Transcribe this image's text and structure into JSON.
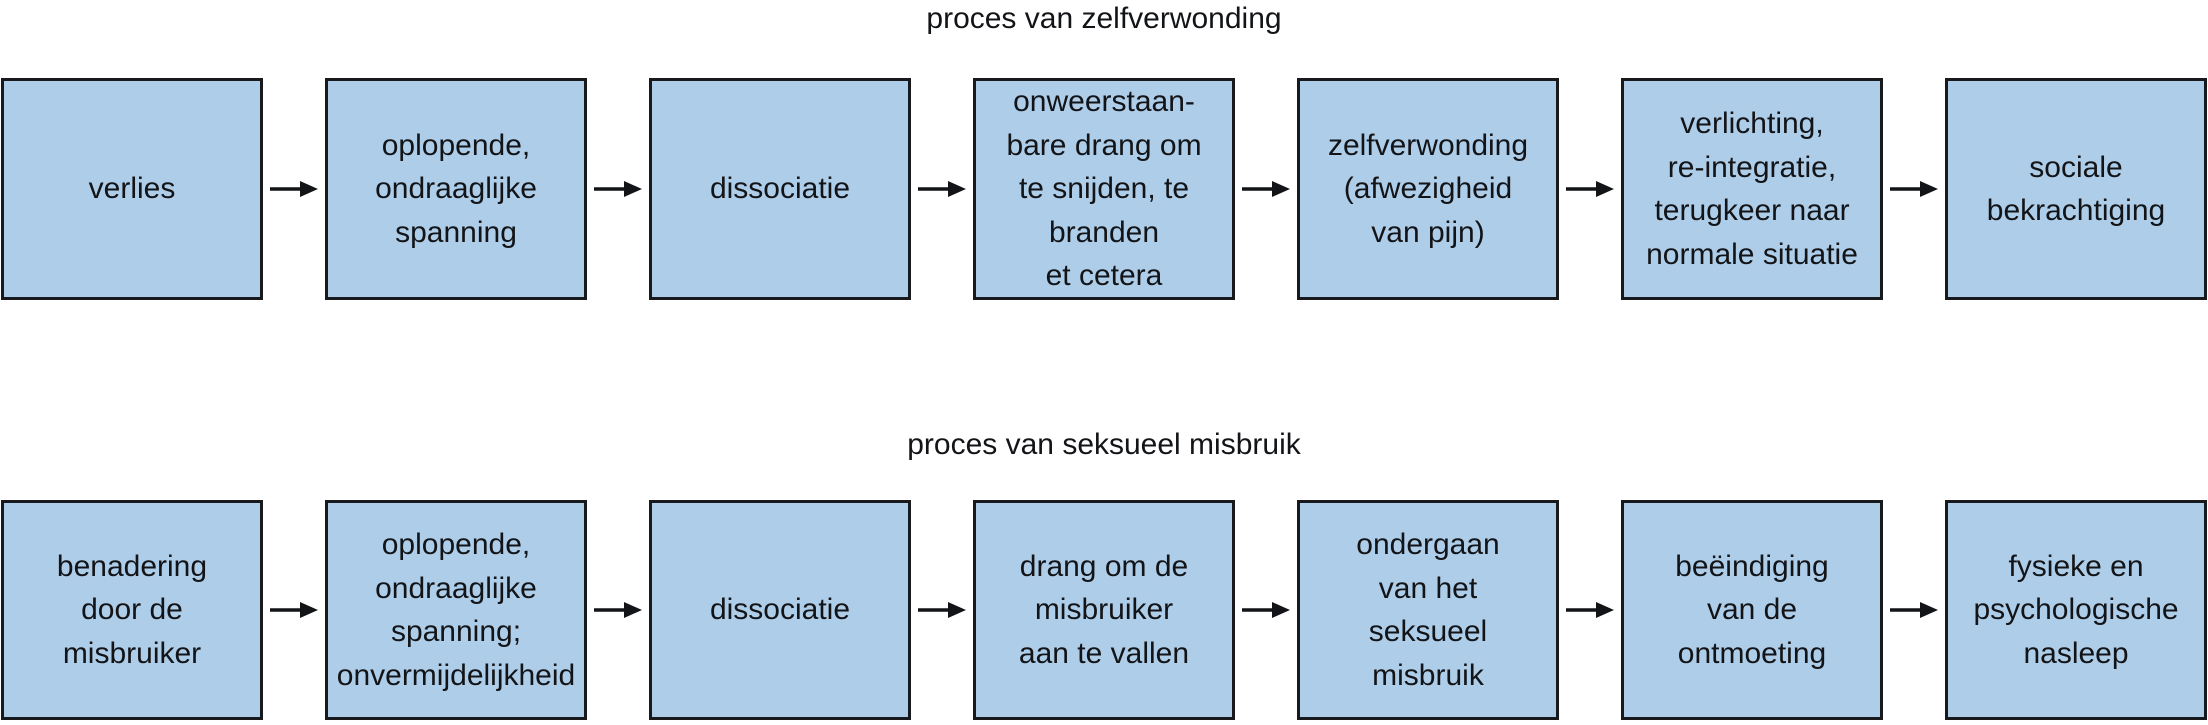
{
  "colors": {
    "box_fill": "#aecde9",
    "box_border": "#17191c",
    "arrow": "#121417",
    "text": "#121417",
    "background": "#ffffff"
  },
  "diagrams": [
    {
      "title": "proces van zelfverwonding",
      "boxes": [
        {
          "label": "verlies"
        },
        {
          "label": "oplopende,\nondraaglijke\nspanning"
        },
        {
          "label": "dissociatie"
        },
        {
          "label": "onweerstaan-\nbare drang om\nte snijden, te\nbranden\net cetera"
        },
        {
          "label": "zelfverwonding\n(afwezigheid\nvan pijn)"
        },
        {
          "label": "verlichting,\nre-integratie,\nterugkeer naar\nnormale situatie"
        },
        {
          "label": "sociale\nbekrachtiging"
        }
      ]
    },
    {
      "title": "proces van seksueel misbruik",
      "boxes": [
        {
          "label": "benadering\ndoor de\nmisbruiker"
        },
        {
          "label": "oplopende,\nondraaglijke\nspanning;\nonvermijdelijkheid"
        },
        {
          "label": "dissociatie"
        },
        {
          "label": "drang om de\nmisbruiker\naan te vallen"
        },
        {
          "label": "ondergaan\nvan het\nseksueel\nmisbruik"
        },
        {
          "label": "beëindiging\nvan de\nontmoeting"
        },
        {
          "label": "fysieke en\npsychologische\nnasleep"
        }
      ]
    }
  ]
}
